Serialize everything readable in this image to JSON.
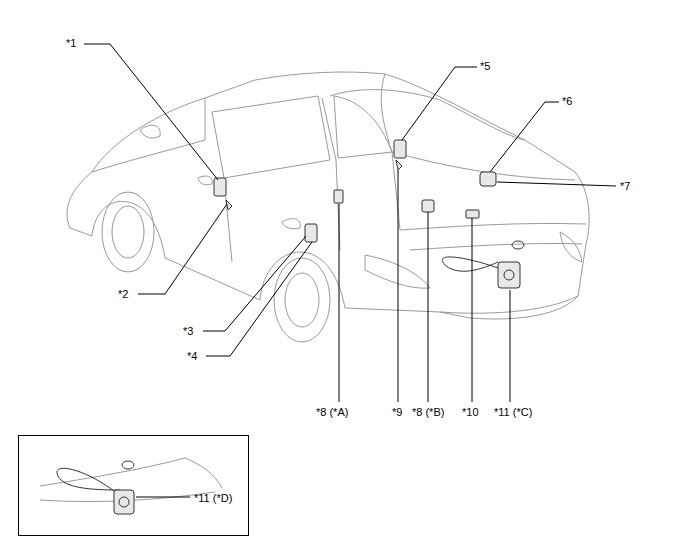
{
  "diagram": {
    "nodes": [
      {
        "text": [
          "*11 (*D)"
        ]
      }
    ],
    "labels": [
      "*1",
      "*5",
      "*6",
      "*7",
      "*2",
      "*3",
      "*4",
      "*8 (*A)",
      "*9",
      "*8 (*B)",
      "*10",
      "*11 (*C)"
    ]
  }
}
